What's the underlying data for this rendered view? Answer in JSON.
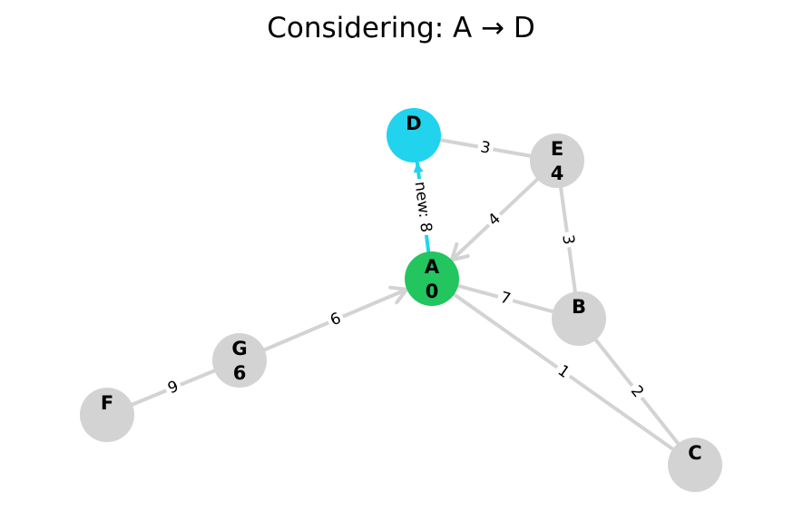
{
  "title": "Considering: A → D",
  "colors": {
    "edge": "#d3d3d3",
    "highlight_edge": "#22d3ee",
    "node_default": "#d3d3d3",
    "node_source": "#22c55e",
    "node_target": "#22d3ee"
  },
  "nodes": [
    {
      "id": "D",
      "label": "D",
      "dist": "",
      "state": "target"
    },
    {
      "id": "E",
      "label": "E",
      "dist": "4",
      "state": "default"
    },
    {
      "id": "A",
      "label": "A",
      "dist": "0",
      "state": "source"
    },
    {
      "id": "B",
      "label": "B",
      "dist": "",
      "state": "default"
    },
    {
      "id": "G",
      "label": "G",
      "dist": "6",
      "state": "default"
    },
    {
      "id": "F",
      "label": "F",
      "dist": "",
      "state": "default"
    },
    {
      "id": "C",
      "label": "C",
      "dist": "",
      "state": "default"
    }
  ],
  "edges": [
    {
      "from": "E",
      "to": "D",
      "label": "3",
      "directed": false,
      "highlight": false
    },
    {
      "from": "E",
      "to": "A",
      "label": "4",
      "directed": true,
      "highlight": false
    },
    {
      "from": "A",
      "to": "D",
      "label": "new: 8",
      "directed": true,
      "highlight": true
    },
    {
      "from": "E",
      "to": "B",
      "label": "3",
      "directed": false,
      "highlight": false
    },
    {
      "from": "A",
      "to": "B",
      "label": "7",
      "directed": false,
      "highlight": false
    },
    {
      "from": "A",
      "to": "C",
      "label": "1",
      "directed": false,
      "highlight": false
    },
    {
      "from": "B",
      "to": "C",
      "label": "2",
      "directed": false,
      "highlight": false
    },
    {
      "from": "G",
      "to": "A",
      "label": "6",
      "directed": true,
      "highlight": false
    },
    {
      "from": "F",
      "to": "G",
      "label": "9",
      "directed": false,
      "highlight": false
    }
  ]
}
